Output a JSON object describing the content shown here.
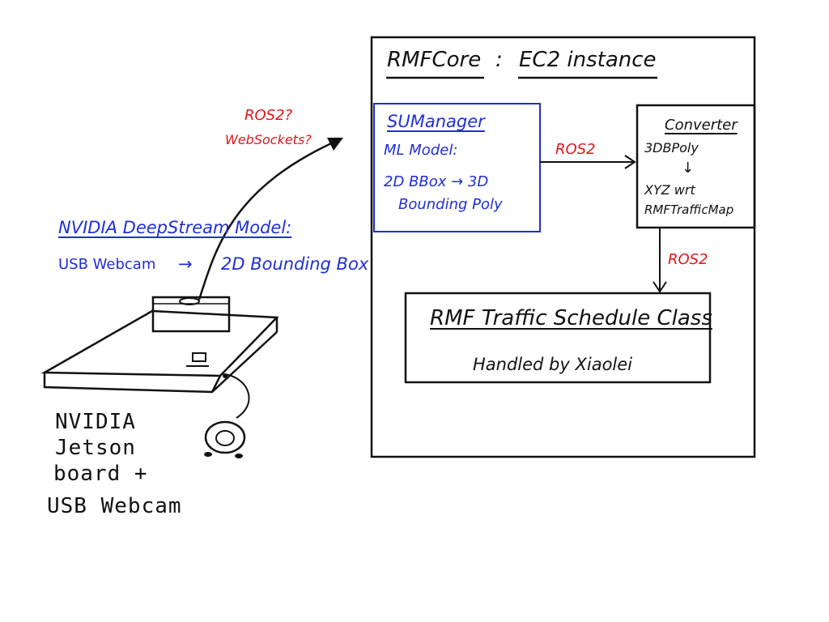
{
  "rmfcore": {
    "title_left": "RMFCore",
    "title_sep": ":",
    "title_right": "EC2 instance"
  },
  "sumanager": {
    "title": "SUManager",
    "line1": "ML Model:",
    "line2": "2D BBox → 3D",
    "line3": "Bounding Poly"
  },
  "converter": {
    "title": "Converter",
    "line1": "3DBPoly",
    "arrow": "↓",
    "line2": "XYZ wrt",
    "line3": "RMFTrafficMap"
  },
  "schedule": {
    "title": "RMF Traffic Schedule Class",
    "subtitle": "Handled by Xiaolei"
  },
  "edges": {
    "sumanager_to_converter": "ROS2",
    "converter_to_schedule": "ROS2",
    "jetson_to_cloud_q1": "ROS2?",
    "jetson_to_cloud_q2": "WebSockets?"
  },
  "deepstream": {
    "title": "NVIDIA DeepStream Model:",
    "line1": "USB Webcam",
    "arrow": "→",
    "line2": "2D Bounding Box"
  },
  "jetson_caption": {
    "line1": "NVIDIA",
    "line2": "Jetson",
    "line3": "board +",
    "line4": "USB Webcam"
  },
  "colors": {
    "ink": "#111111",
    "blue": "#1f2fd6",
    "red": "#e0161b"
  }
}
